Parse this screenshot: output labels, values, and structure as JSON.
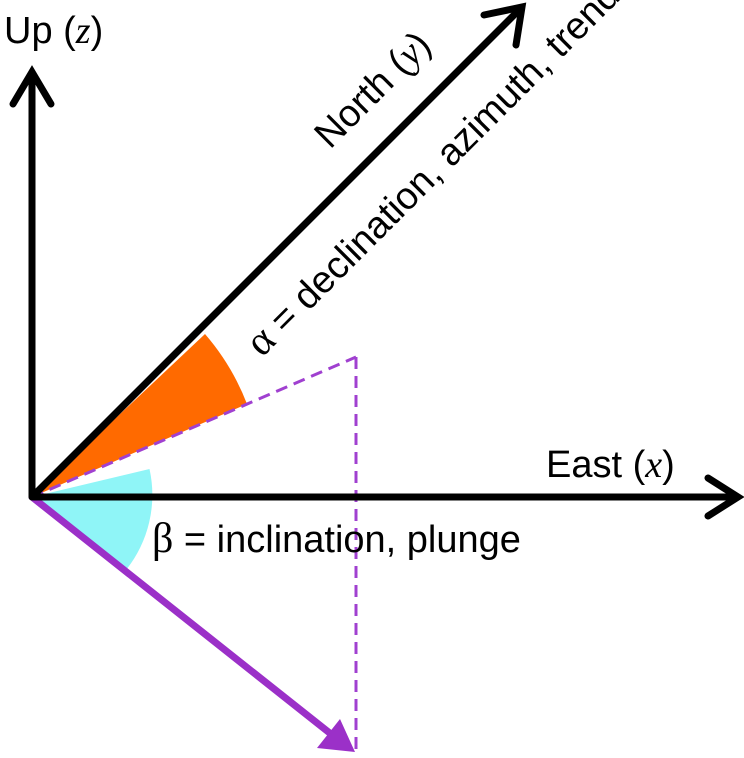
{
  "axes": {
    "up": {
      "prefix": "Up (",
      "var": "z",
      "suffix": ")"
    },
    "north": {
      "prefix": "North (",
      "var": "y",
      "suffix": ")"
    },
    "east": {
      "prefix": "East (",
      "var": "x",
      "suffix": ")"
    }
  },
  "angles": {
    "alpha": {
      "symbol": "α",
      "text": " = declination, azimuth, trend"
    },
    "beta": {
      "symbol": "β",
      "text": " = inclination, plunge"
    }
  },
  "colors": {
    "axis": "#000000",
    "vector": "#9b30c8",
    "projection": "#a040d0",
    "alpha_wedge": "#ff6a00",
    "beta_wedge": "#8ff5f7"
  }
}
